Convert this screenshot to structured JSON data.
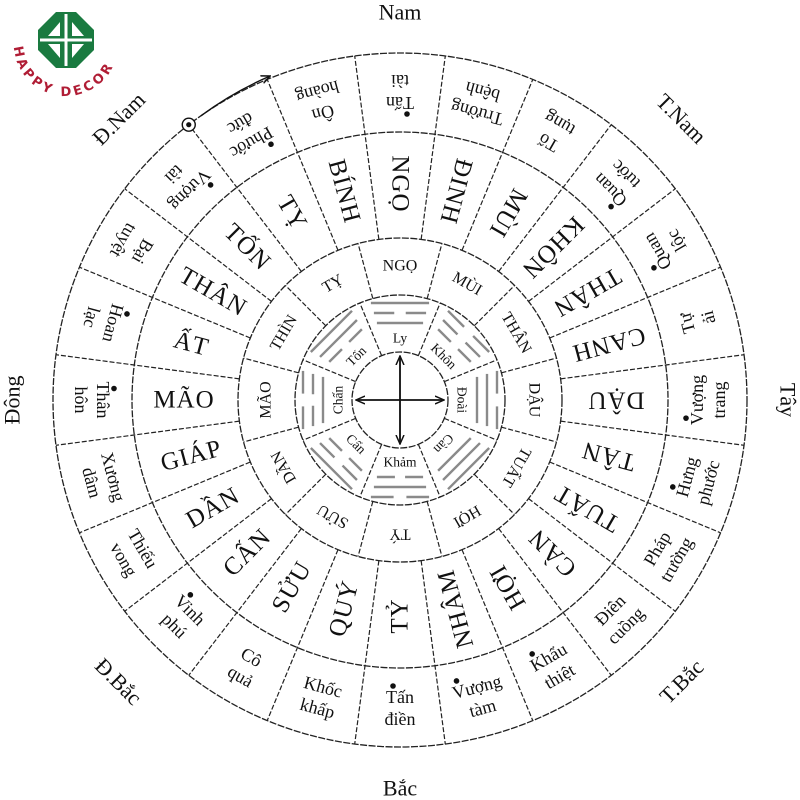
{
  "logo": {
    "text": "HAPPY DECOR",
    "green": "#1a7a40",
    "red": "#b01d35"
  },
  "directions": [
    "Nam",
    "T.Nam",
    "Tây",
    "T.Bắc",
    "Bắc",
    "Đ.Bắc",
    "Đông",
    "Đ.Nam"
  ],
  "outer_ring": [
    {
      "line1": "Tấn",
      "line2": "tài",
      "marked": true
    },
    {
      "line1": "Trường",
      "line2": "bệnh",
      "marked": false
    },
    {
      "line1": "Tố",
      "line2": "tụng",
      "marked": false
    },
    {
      "line1": "Quan",
      "line2": "tước",
      "marked": true
    },
    {
      "line1": "Quan",
      "line2": "lộc",
      "marked": true
    },
    {
      "line1": "Tự",
      "line2": "ải",
      "marked": false
    },
    {
      "line1": "Vượng",
      "line2": "trang",
      "marked": true
    },
    {
      "line1": "Hưng",
      "line2": "phước",
      "marked": true
    },
    {
      "line1": "Pháp",
      "line2": "trường",
      "marked": false
    },
    {
      "line1": "Điên",
      "line2": "cuồng",
      "marked": false
    },
    {
      "line1": "Khẩu",
      "line2": "thiệt",
      "marked": true
    },
    {
      "line1": "Vượng",
      "line2": "tàm",
      "marked": true
    },
    {
      "line1": "Tấn",
      "line2": "điền",
      "marked": true
    },
    {
      "line1": "Khốc",
      "line2": "khấp",
      "marked": false
    },
    {
      "line1": "Cô",
      "line2": "quả",
      "marked": false
    },
    {
      "line1": "Vinh",
      "line2": "phú",
      "marked": true
    },
    {
      "line1": "Thiếu",
      "line2": "vong",
      "marked": false
    },
    {
      "line1": "Xương",
      "line2": "dâm",
      "marked": false
    },
    {
      "line1": "Thân",
      "line2": "hôn",
      "marked": true
    },
    {
      "line1": "Hoan",
      "line2": "lạc",
      "marked": true
    },
    {
      "line1": "Bại",
      "line2": "tuyệt",
      "marked": false
    },
    {
      "line1": "Vượng",
      "line2": "tài",
      "marked": true
    },
    {
      "line1": "Phước",
      "line2": "đức",
      "marked": true
    },
    {
      "line1": "Ôn",
      "line2": "hoàng",
      "marked": false
    }
  ],
  "mountains": [
    "NGỌ",
    "ĐINH",
    "MÙI",
    "KHÔN",
    "THÂN",
    "CANH",
    "DẬU",
    "TÂN",
    "TUẤT",
    "CÀN",
    "HỢI",
    "NHÂM",
    "TỶ",
    "QUÝ",
    "SỬU",
    "CẤN",
    "DẦN",
    "GIÁP",
    "MÃO",
    "ẤT",
    "THÂN",
    "TỐN",
    "TỴ",
    "BÍNH"
  ],
  "branches": [
    "NGỌ",
    "MÙI",
    "THÂN",
    "DẬU",
    "TUẤT",
    "HỢI",
    "TÝ",
    "SỬU",
    "DẦN",
    "MÃO",
    "THÌN",
    "TỴ"
  ],
  "trigrams": [
    {
      "label": "Ly",
      "lines": [
        "yang",
        "yin",
        "yang"
      ]
    },
    {
      "label": "Khôn",
      "lines": [
        "yin",
        "yin",
        "yin"
      ]
    },
    {
      "label": "Đoài",
      "lines": [
        "yin",
        "yang",
        "yang"
      ]
    },
    {
      "label": "Càn",
      "lines": [
        "yang",
        "yang",
        "yang"
      ]
    },
    {
      "label": "Khảm",
      "lines": [
        "yin",
        "yang",
        "yin"
      ]
    },
    {
      "label": "Cấn",
      "lines": [
        "yang",
        "yin",
        "yin"
      ]
    },
    {
      "label": "Chấn",
      "lines": [
        "yin",
        "yin",
        "yang"
      ]
    },
    {
      "label": "Tốn",
      "lines": [
        "yang",
        "yang",
        "yin"
      ]
    }
  ],
  "center_icon": "four-way-arrow-cross",
  "start_marker_icon": "circled-dot-with-clockwise-arrow"
}
